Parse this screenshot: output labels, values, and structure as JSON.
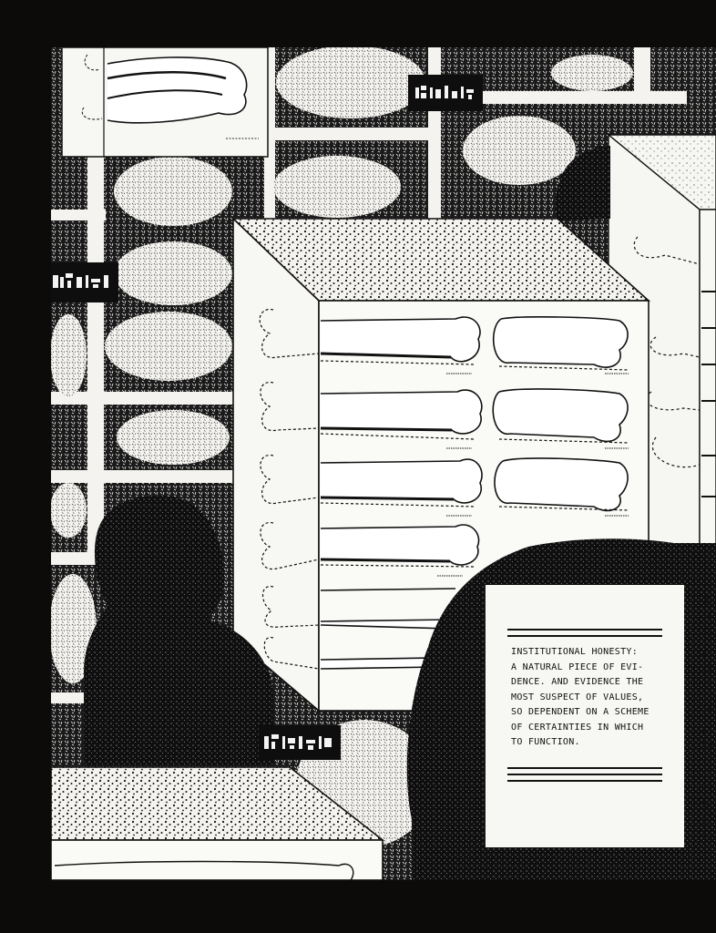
{
  "caption": {
    "lines": [
      "INSTITUTIONAL HONESTY:",
      "A NATURAL PIECE OF EVI-",
      "DENCE. AND EVIDENCE THE",
      "MOST SUSPECT OF VALUES,",
      "SO DEPENDENT ON A SCHEME",
      "OF CERTAINTIES IN WHICH",
      "TO FUNCTION."
    ]
  },
  "side_text": {
    "paragraph_1": [
      "Op",
      "of",
      "on",
      "wo",
      "ob",
      "di"
    ],
    "paragraph_2": [
      "Th",
      "vi",
      "Re"
    ],
    "paragraph_3": [
      "Ti",
      "do",
      "Du",
      "to",
      "bu"
    ]
  },
  "colors": {
    "ink": "#111111",
    "paper": "#f4f3ef",
    "frame": "#0d0b09"
  }
}
